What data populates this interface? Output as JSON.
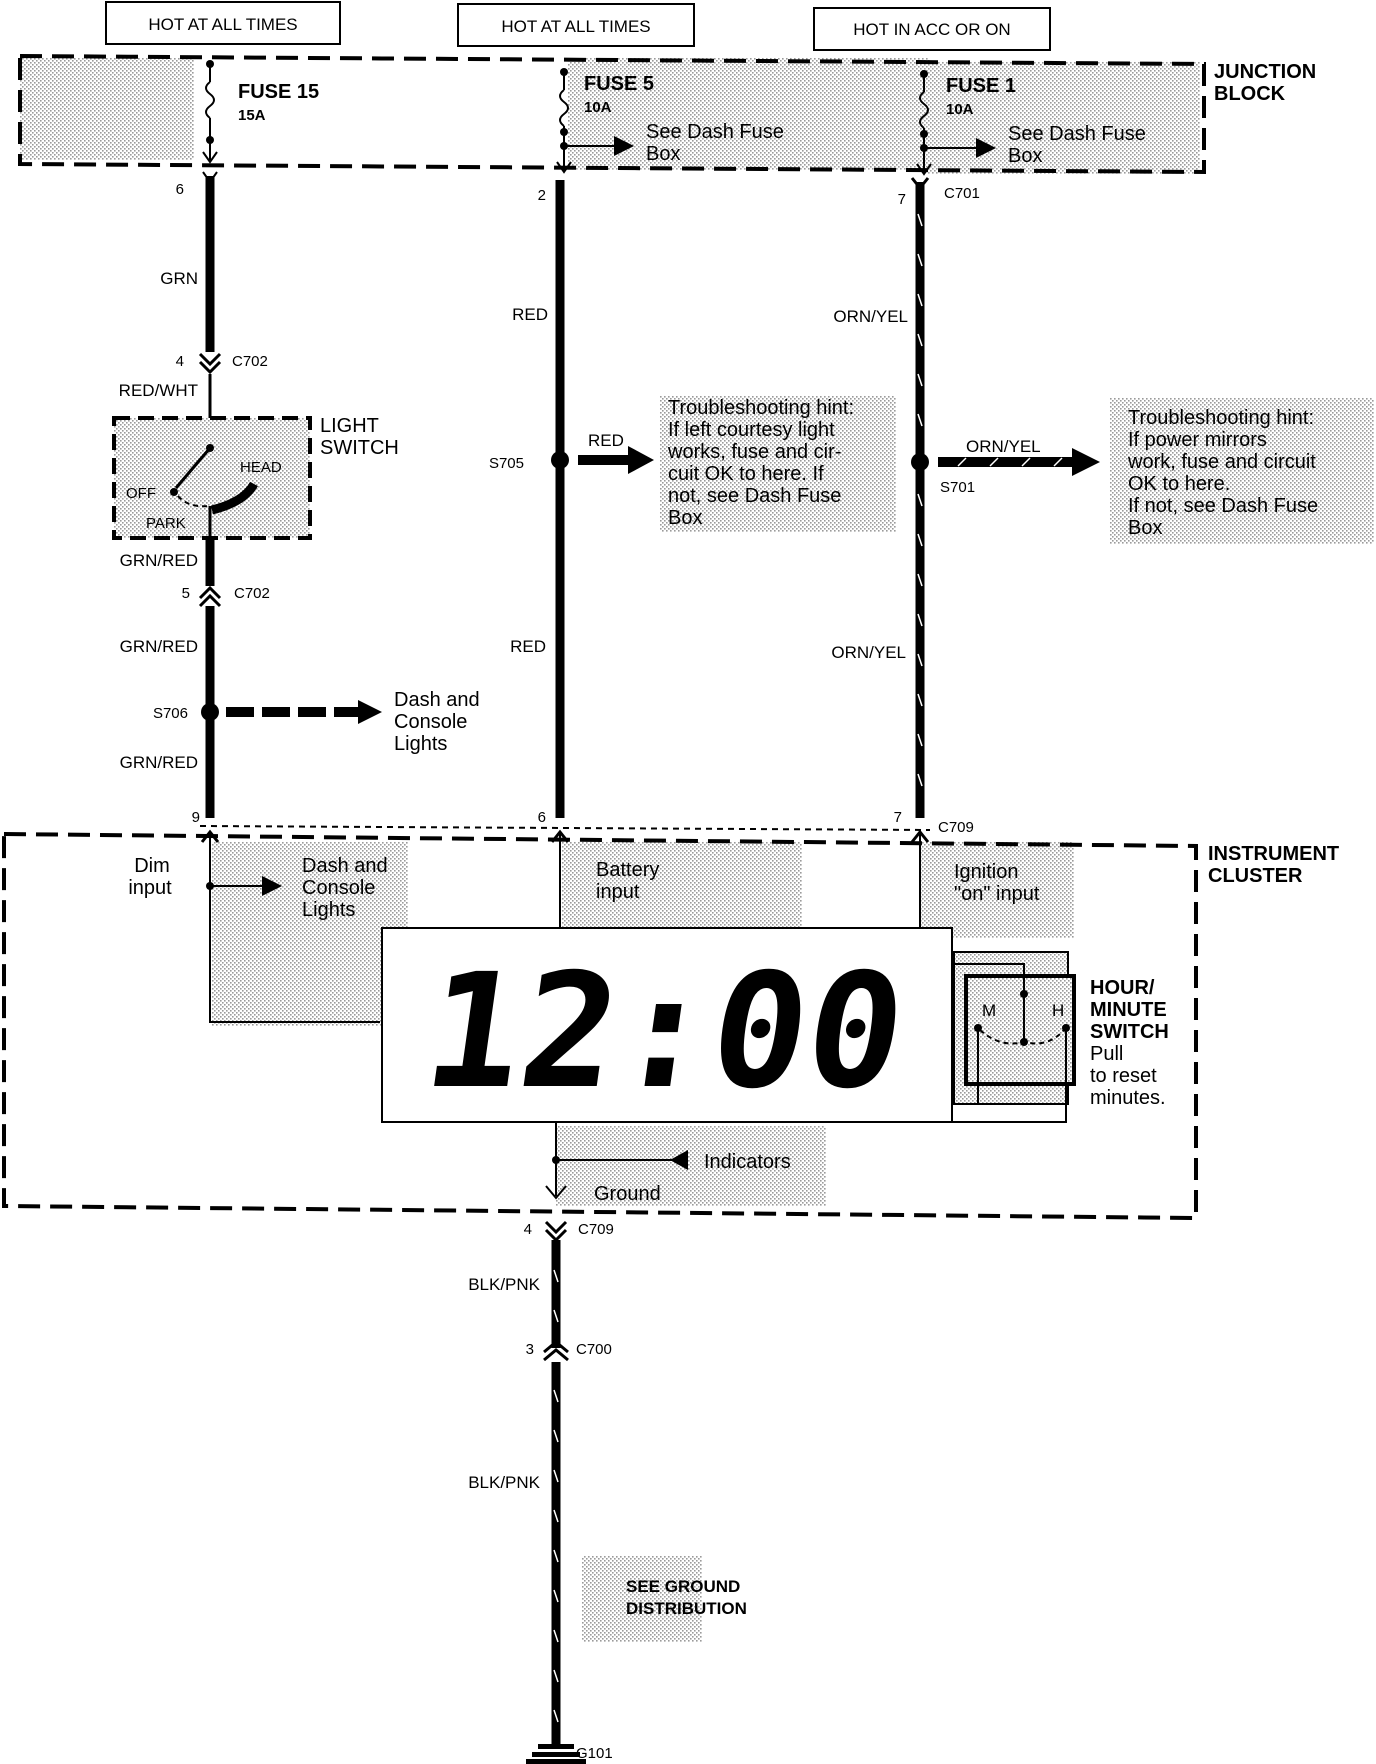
{
  "header_boxes": {
    "left": "HOT AT ALL TIMES",
    "middle": "HOT AT ALL TIMES",
    "right": "HOT IN ACC OR ON"
  },
  "junction_block": {
    "label_line1": "JUNCTION",
    "label_line2": "BLOCK",
    "fuse15_name": "FUSE 15",
    "fuse15_rating": "15A",
    "fuse5_name": "FUSE 5",
    "fuse5_rating": "10A",
    "fuse1_name": "FUSE 1",
    "fuse1_rating": "10A",
    "see_dash_1a": "See Dash Fuse",
    "see_dash_1b": "Box",
    "see_dash_2a": "See Dash Fuse",
    "see_dash_2b": "Box"
  },
  "pins": {
    "p6_top": "6",
    "p2_top": "2",
    "p7_top": "7",
    "c701": "C701",
    "p4_c702": "4",
    "c702_a": "C702",
    "p5_c702": "5",
    "c702_b": "C702",
    "p9_c709": "9",
    "p6_c709": "6",
    "p7_c709": "7",
    "c709_top": "C709",
    "p4_c709": "4",
    "c709_bot": "C709",
    "p3_c700": "3",
    "c700": "C700"
  },
  "wires": {
    "grn": "GRN",
    "red_wht": "RED/WHT",
    "grn_red_1": "GRN/RED",
    "grn_red_2": "GRN/RED",
    "grn_red_3": "GRN/RED",
    "red_1": "RED",
    "red_2": "RED",
    "red_3": "RED",
    "orn_yel_1": "ORN/YEL",
    "orn_yel_2": "ORN/YEL",
    "orn_yel_3": "ORN/YEL",
    "blk_pnk_1": "BLK/PNK",
    "blk_pnk_2": "BLK/PNK"
  },
  "light_switch": {
    "title1": "LIGHT",
    "title2": "SWITCH",
    "off": "OFF",
    "head": "HEAD",
    "park": "PARK"
  },
  "splices": {
    "s705": "S705",
    "s701": "S701",
    "s706": "S706"
  },
  "hint_left": [
    "Troubleshooting hint:",
    "If left courtesy light",
    "works, fuse and cir-",
    "cuit OK to here. If",
    "not, see Dash Fuse",
    "Box"
  ],
  "hint_right": [
    "Troubleshooting hint:",
    "If power mirrors",
    "work, fuse and circuit",
    "OK to here.",
    "If not, see Dash Fuse",
    "Box"
  ],
  "dash_console_1": [
    "Dash and",
    "Console",
    "Lights"
  ],
  "instrument_cluster": {
    "title1": "INSTRUMENT",
    "title2": "CLUSTER",
    "dim1": "Dim",
    "dim2": "input",
    "dash_console": [
      "Dash and",
      "Console",
      "Lights"
    ],
    "battery1": "Battery",
    "battery2": "input",
    "ign1": "Ignition",
    "ign2": "\"on\" input",
    "clock": "12:00",
    "hm_title": [
      "HOUR/",
      "MINUTE",
      "SWITCH"
    ],
    "hm_note": [
      "Pull",
      "to reset",
      "minutes."
    ],
    "m": "M",
    "h": "H",
    "indicators": "Indicators",
    "ground": "Ground"
  },
  "ground": {
    "see1": "SEE GROUND",
    "see2": "DISTRIBUTION",
    "g101": "G101"
  }
}
